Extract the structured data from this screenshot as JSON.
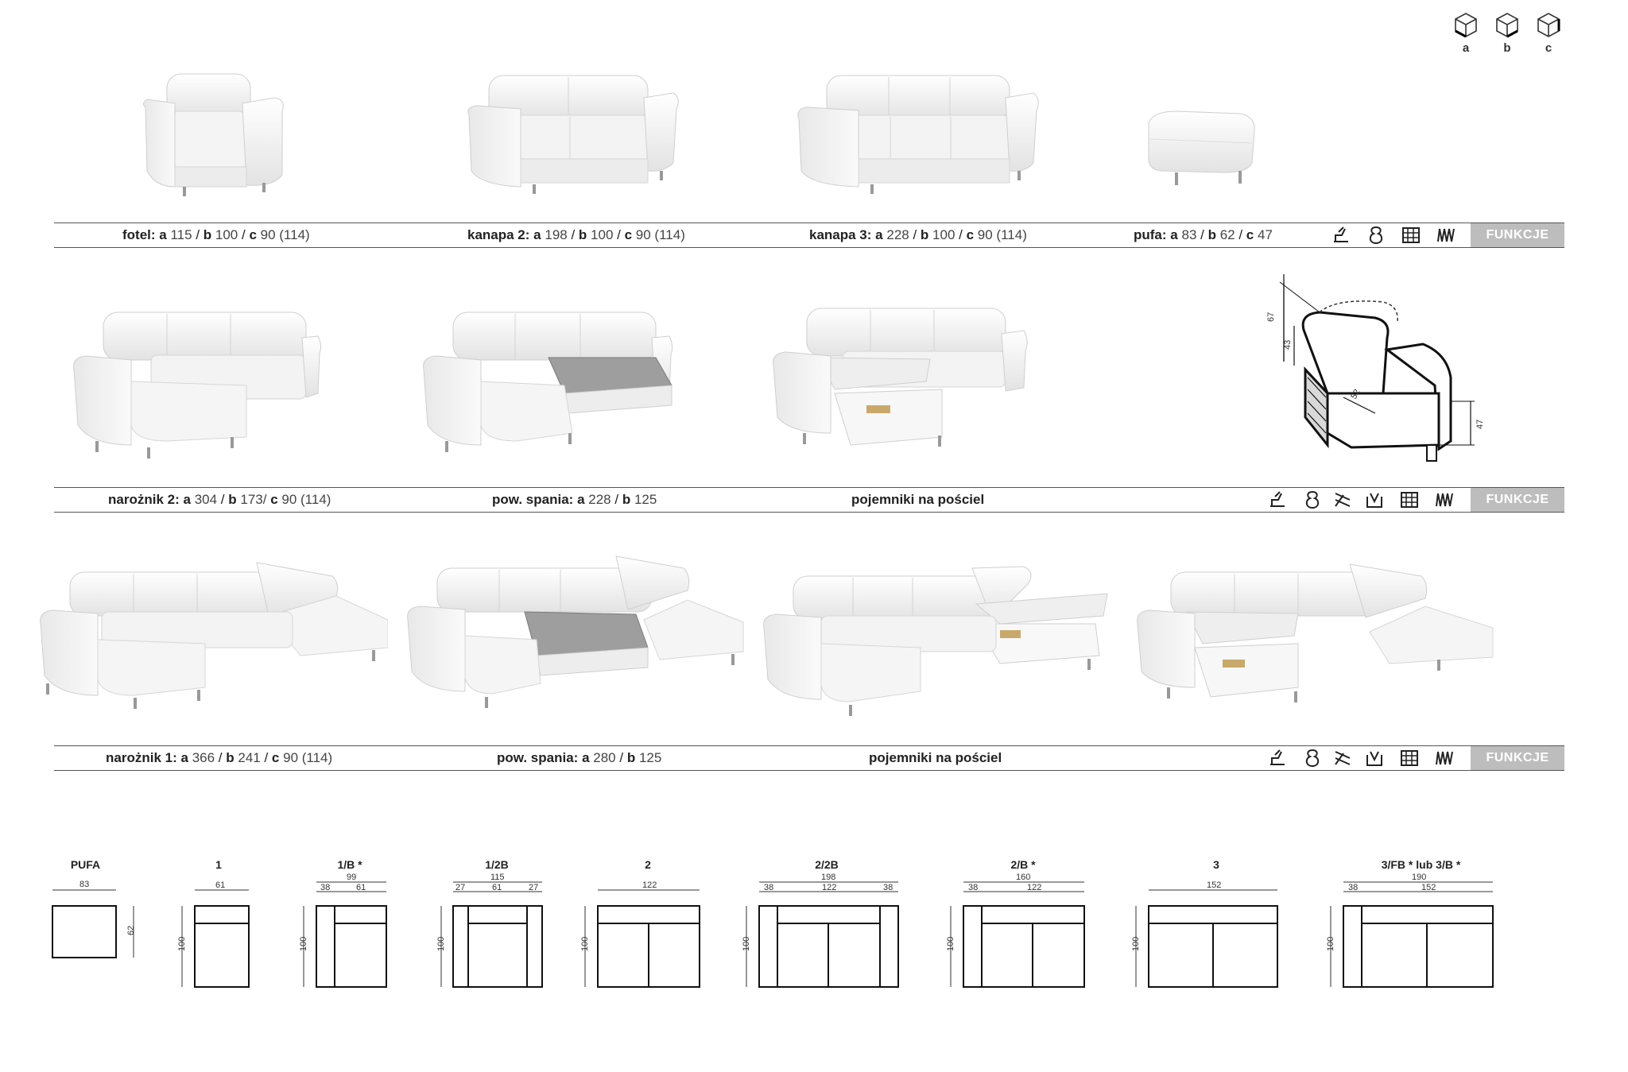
{
  "legend": [
    {
      "label": "a",
      "icon": "cube-width-icon"
    },
    {
      "label": "b",
      "icon": "cube-depth-icon"
    },
    {
      "label": "c",
      "icon": "cube-height-icon"
    }
  ],
  "rows": [
    {
      "captions": [
        {
          "name": "fotel:",
          "a": "115",
          "b": "100",
          "c": "90 (114)"
        },
        {
          "name": "kanapa 2:",
          "a": "198",
          "b": "100",
          "c": "90 (114)"
        },
        {
          "name": "kanapa 3:",
          "a": "228",
          "b": "100",
          "c": "90 (114)"
        },
        {
          "name": "pufa:",
          "a": "83",
          "b": "62",
          "c": "47"
        }
      ],
      "functions_label": "FUNKCJE"
    },
    {
      "captions": [
        {
          "name": "narożnik 2:",
          "a": "304",
          "b": "173/",
          "c": "90 (114)"
        },
        {
          "name": "pow. spania:",
          "a": "228",
          "b": "125"
        },
        {
          "name": "pojemniki na pościel"
        }
      ],
      "functions_label": "FUNKCJE"
    },
    {
      "captions": [
        {
          "name": "narożnik 1:",
          "a": "366",
          "b": "241",
          "c": "90 (114)"
        },
        {
          "name": "pow. spania:",
          "a": "280",
          "b": "125"
        },
        {
          "name": "pojemniki na pościel"
        }
      ],
      "functions_label": "FUNKCJE"
    }
  ],
  "letters": {
    "a": "a",
    "b": "b",
    "c": "c",
    "sep": " / "
  },
  "seat_diagram": {
    "dims": [
      "67",
      "43",
      "52",
      "47"
    ]
  },
  "modules": [
    {
      "title": "PUFA",
      "dims_top": [
        "83"
      ],
      "side": "62"
    },
    {
      "title": "1",
      "dims_top": [
        "61"
      ],
      "side": "100"
    },
    {
      "title": "1/B *",
      "dims_top": [
        "99",
        "38",
        "61"
      ],
      "side": "100"
    },
    {
      "title": "1/2B",
      "dims_top": [
        "115",
        "27",
        "61",
        "27"
      ],
      "side": "100"
    },
    {
      "title": "2",
      "dims_top": [
        "122"
      ],
      "side": "100"
    },
    {
      "title": "2/2B",
      "dims_top": [
        "198",
        "38",
        "122",
        "38"
      ],
      "side": "100"
    },
    {
      "title": "2/B *",
      "dims_top": [
        "160",
        "38",
        "122"
      ],
      "side": "100"
    },
    {
      "title": "3",
      "dims_top": [
        "152"
      ],
      "side": "100"
    },
    {
      "title": "3/FB * lub 3/B *",
      "dims_top": [
        "190",
        "38",
        "152"
      ],
      "side": "100"
    }
  ]
}
